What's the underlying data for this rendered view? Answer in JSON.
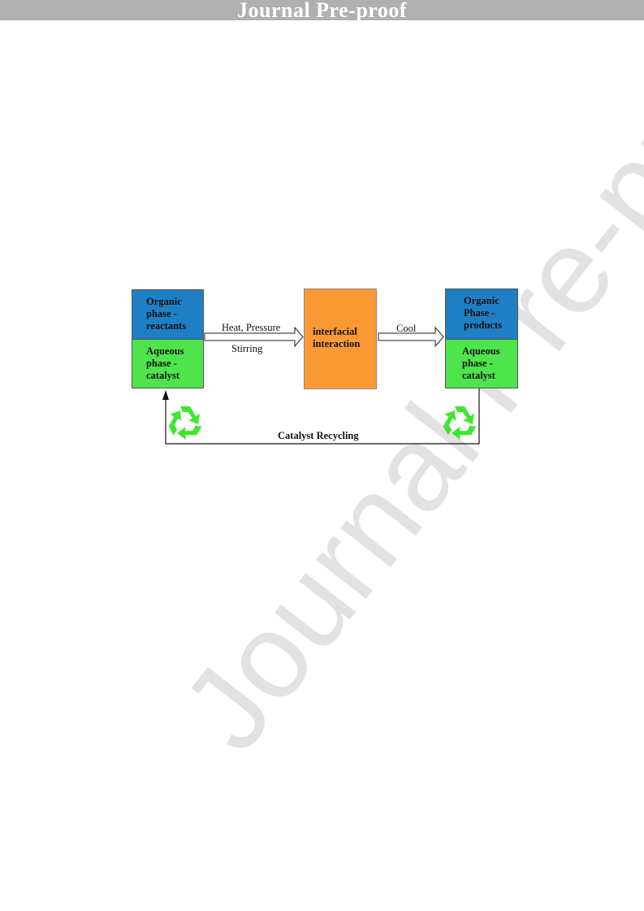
{
  "header": {
    "title": "Journal Pre-proof"
  },
  "watermark": {
    "text": "Journal Pre-proof"
  },
  "diagram": {
    "left": {
      "organic": [
        "Organic",
        "phase -",
        "reactants"
      ],
      "aqueous": [
        "Aqueous",
        "phase -",
        "catalyst"
      ]
    },
    "arrow1": {
      "top_label": "Heat, Pressure",
      "bottom_label": "Stirring"
    },
    "center": [
      "interfacial",
      "interaction"
    ],
    "arrow2": {
      "label": "Cool"
    },
    "right": {
      "organic": [
        "Organic",
        "Phase -",
        "products"
      ],
      "aqueous": [
        "Aqueous",
        "phase -",
        "catalyst"
      ]
    },
    "recycle_label": "Catalyst Recycling",
    "colors": {
      "organic": "#1f7fc4",
      "aqueous": "#4ee44c",
      "center": "#f99a35",
      "recycle_icon": "#3ee62e"
    }
  }
}
